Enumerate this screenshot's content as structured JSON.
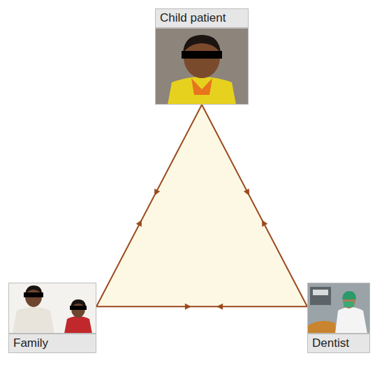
{
  "diagram": {
    "nodes": [
      {
        "text": [
          "Child patient"
        ]
      },
      {
        "text": [
          "Family"
        ]
      },
      {
        "text": [
          "Dentist"
        ]
      }
    ],
    "edges": [
      {
        "from": 0,
        "to": 1,
        "arrow": "both"
      },
      {
        "from": 0,
        "to": 2,
        "arrow": "both"
      },
      {
        "from": 1,
        "to": 2,
        "arrow": "both"
      }
    ]
  }
}
